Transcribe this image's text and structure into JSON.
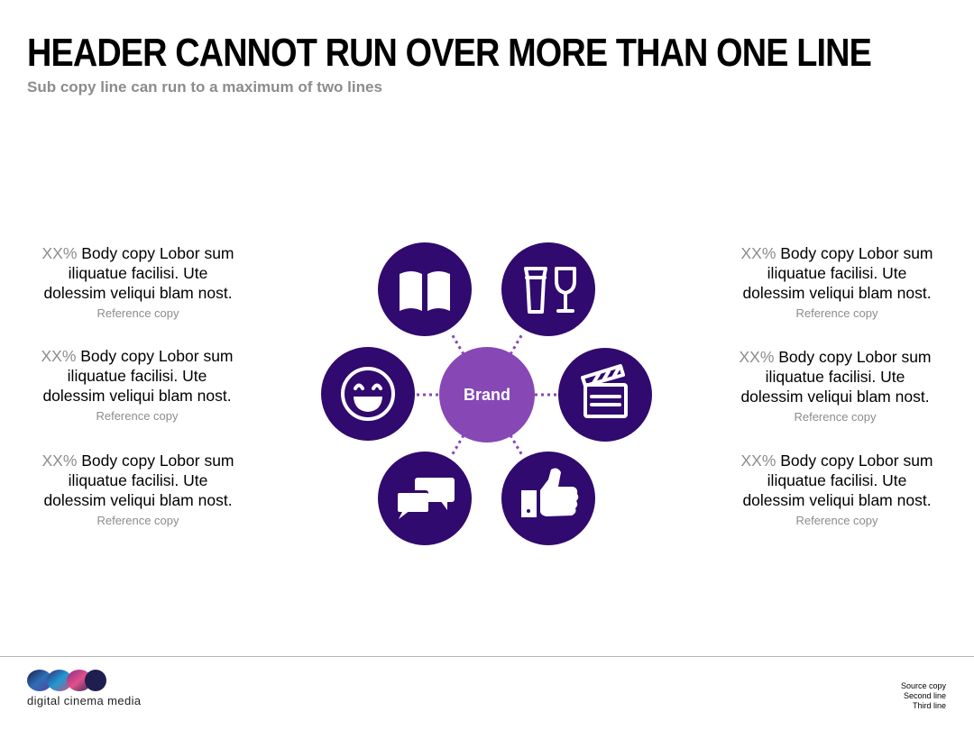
{
  "header": {
    "title": "HEADER CANNOT RUN OVER MORE THAN ONE LINE",
    "subcopy": "Sub copy line can run to a maximum of two lines"
  },
  "stats_left": [
    {
      "percent": "XX%",
      "body_first": "Body copy Lobor sum",
      "body_second": "iliquatue facilisi. Ute",
      "body_third": "dolessim veliqui blam nost.",
      "reference": "Reference copy"
    },
    {
      "percent": "XX%",
      "body_first": "Body copy Lobor sum",
      "body_second": "iliquatue facilisi. Ute",
      "body_third": "dolessim veliqui blam nost.",
      "reference": "Reference copy"
    },
    {
      "percent": "XX%",
      "body_first": "Body copy Lobor sum",
      "body_second": "iliquatue facilisi. Ute",
      "body_third": "dolessim veliqui blam nost.",
      "reference": "Reference copy"
    }
  ],
  "stats_right": [
    {
      "percent": "XX%",
      "body_first": "Body copy Lobor sum",
      "body_second": "iliquatue facilisi. Ute",
      "body_third": "dolessim veliqui blam nost.",
      "reference": "Reference copy"
    },
    {
      "percent": "XX%",
      "body_first": "Body copy Lobor sum",
      "body_second": "iliquatue facilisi. Ute",
      "body_third": "dolessim veliqui blam nost.",
      "reference": "Reference copy"
    },
    {
      "percent": "XX%",
      "body_first": "Body copy Lobor sum",
      "body_second": "iliquatue facilisi. Ute",
      "body_third": "dolessim veliqui blam nost.",
      "reference": "Reference copy"
    }
  ],
  "diagram": {
    "center_label": "Brand",
    "nodes": [
      "book-icon",
      "drinks-icon",
      "clapperboard-icon",
      "thumbs-up-icon",
      "chat-bubbles-icon",
      "smiley-icon"
    ],
    "colors": {
      "node": "#300a6e",
      "center": "#8748b5",
      "connector": "#8748b5"
    }
  },
  "footer": {
    "logo_text": "digital cinema media",
    "source_lines": [
      "Source copy",
      "Second line",
      "Third line"
    ]
  },
  "colors": {
    "accent_grey": "#8c8c8c",
    "divider": "#b5b5b5"
  }
}
